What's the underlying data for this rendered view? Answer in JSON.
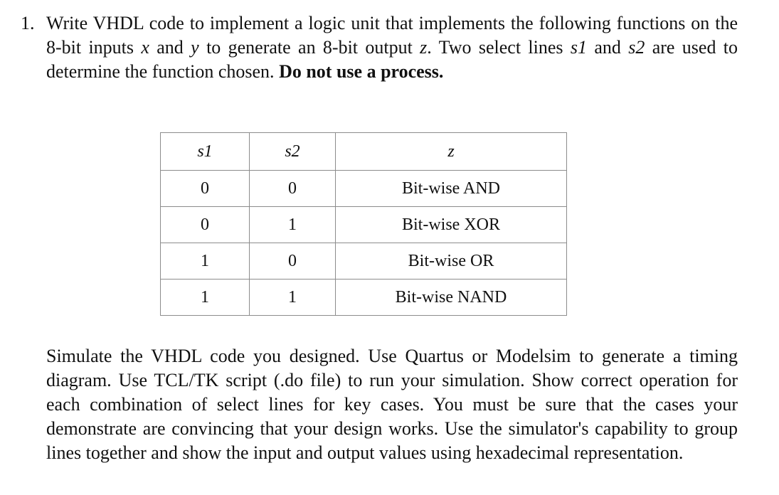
{
  "question": {
    "number": "1.",
    "intro": "Write VHDL code to implement a logic unit that implements the following functions on the 8-bit inputs ",
    "var_x": "x",
    "and_word": " and ",
    "var_y": "y",
    "mid": " to generate an 8-bit output ",
    "var_z": "z",
    "select_text": ". Two select lines ",
    "var_s1": "s1",
    "and_word2": " and ",
    "var_s2": "s2",
    "end_text": " are used to determine the function chosen. ",
    "bold_text": "Do not use a process."
  },
  "table": {
    "headers": [
      "s1",
      "s2",
      "z"
    ],
    "rows": [
      [
        "0",
        "0",
        "Bit-wise AND"
      ],
      [
        "0",
        "1",
        "Bit-wise XOR"
      ],
      [
        "1",
        "0",
        "Bit-wise OR"
      ],
      [
        "1",
        "1",
        "Bit-wise NAND"
      ]
    ]
  },
  "simulate": {
    "text": "Simulate the VHDL code you designed. Use Quartus or Modelsim to generate a timing diagram. Use TCL/TK script (.do file) to run your simulation. Show correct operation for each combination of select lines for key cases. You must be sure that the cases your demonstrate are convincing that your design works. Use the simulator's capability to group lines together and show the input and output values using hexadecimal representation."
  }
}
